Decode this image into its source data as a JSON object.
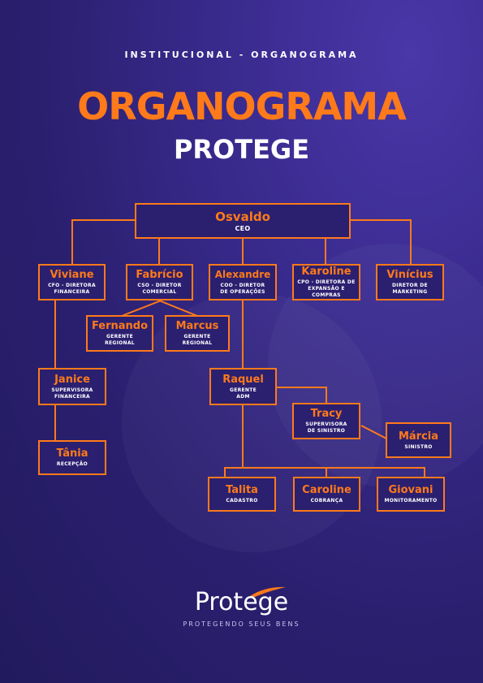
{
  "header": {
    "section": "INSTITUCIONAL - ORGANOGRAMA",
    "title": "ORGANOGRAMA",
    "subtitle": "PROTEGE"
  },
  "org": {
    "osvaldo": {
      "name": "Osvaldo",
      "role": "CEO"
    },
    "viviane": {
      "name": "Viviane",
      "role": "CFO - DIRETORA FINANCEIRA"
    },
    "fabricio": {
      "name": "Fabrício",
      "role": "CSO - DIRETOR COMERCIAL"
    },
    "alexandre": {
      "name": "Alexandre",
      "role": "COO - DIRETOR DE OPERAÇÕES"
    },
    "karoline": {
      "name": "Karoline",
      "role": "CPO - DIRETORA DE EXPANSÃO E COMPRAS"
    },
    "vinicius": {
      "name": "Vinícius",
      "role": "DIRETOR DE MARKETING"
    },
    "fernando": {
      "name": "Fernando",
      "role": "GERENTE REGIONAL"
    },
    "marcus": {
      "name": "Marcus",
      "role": "GERENTE REGIONAL"
    },
    "janice": {
      "name": "Janice",
      "role": "SUPERVISORA FINANCEIRA"
    },
    "tania": {
      "name": "Tânia",
      "role": "RECEPÇÃO"
    },
    "raquel": {
      "name": "Raquel",
      "role": "GERENTE ADM"
    },
    "tracy": {
      "name": "Tracy",
      "role": "SUPERVISORA DE SINISTRO"
    },
    "marcia": {
      "name": "Márcia",
      "role": "SINISTRO"
    },
    "talita": {
      "name": "Talita",
      "role": "CADASTRO"
    },
    "caroline": {
      "name": "Caroline",
      "role": "COBRANÇA"
    },
    "giovani": {
      "name": "Giovani",
      "role": "MONITORAMENTO"
    }
  },
  "brand": {
    "logo": "Protege",
    "tagline": "PROTEGENDO SEUS BENS"
  },
  "colors": {
    "accent": "#ff7a1a",
    "background": "#2a1f6e",
    "text": "#ffffff"
  }
}
